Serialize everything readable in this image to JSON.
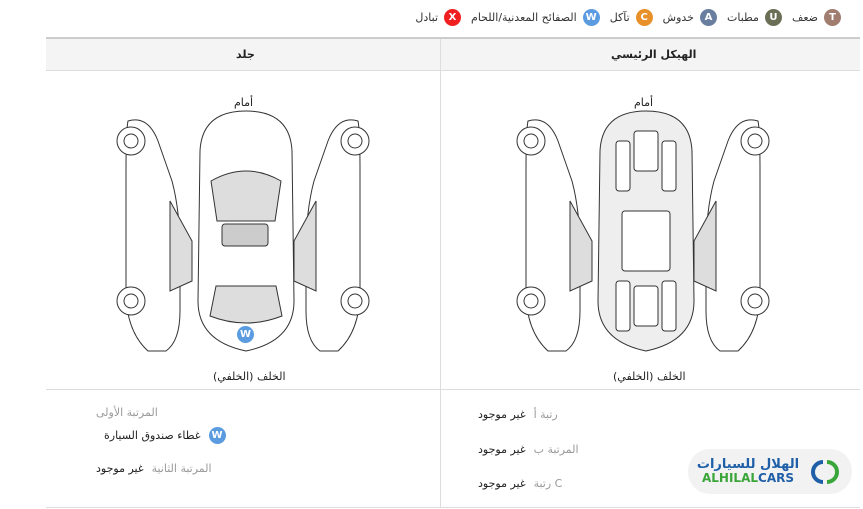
{
  "legend": [
    {
      "letter": "T",
      "label": "ضعف",
      "color": "#a07d6e"
    },
    {
      "letter": "U",
      "label": "مطبات",
      "color": "#6b6f55"
    },
    {
      "letter": "A",
      "label": "خدوش",
      "color": "#6a7fa0"
    },
    {
      "letter": "C",
      "label": "تآكل",
      "color": "#e8912a"
    },
    {
      "letter": "W",
      "label": "الصفائح المعدنية/اللحام",
      "color": "#5b9be0"
    },
    {
      "letter": "X",
      "label": "تبادل",
      "color": "#f02020"
    }
  ],
  "table": {
    "col_frame": "الهيكل الرئيسي",
    "col_skin": "جلد",
    "front": "أمام",
    "rear": "الخلف (الخلفي)",
    "skin_marker": "W"
  },
  "frame_details": [
    {
      "label": "رتبة أ",
      "value": "غير موجود"
    },
    {
      "label": "المرتبة ب",
      "value": "غير موجود"
    },
    {
      "label": "رتبة C",
      "value": "غير موجود"
    }
  ],
  "skin_details": {
    "first_rank": "المرتبة الأولى",
    "first_item_badge": "W",
    "first_item": "غطاء صندوق السيارة",
    "second_rank": "المرتبة الثانية",
    "second_value": "غير موجود"
  },
  "logo": {
    "arabic": "الهلال للسيارات",
    "latin_a": "ALHILAL",
    "latin_b": "CARS"
  }
}
